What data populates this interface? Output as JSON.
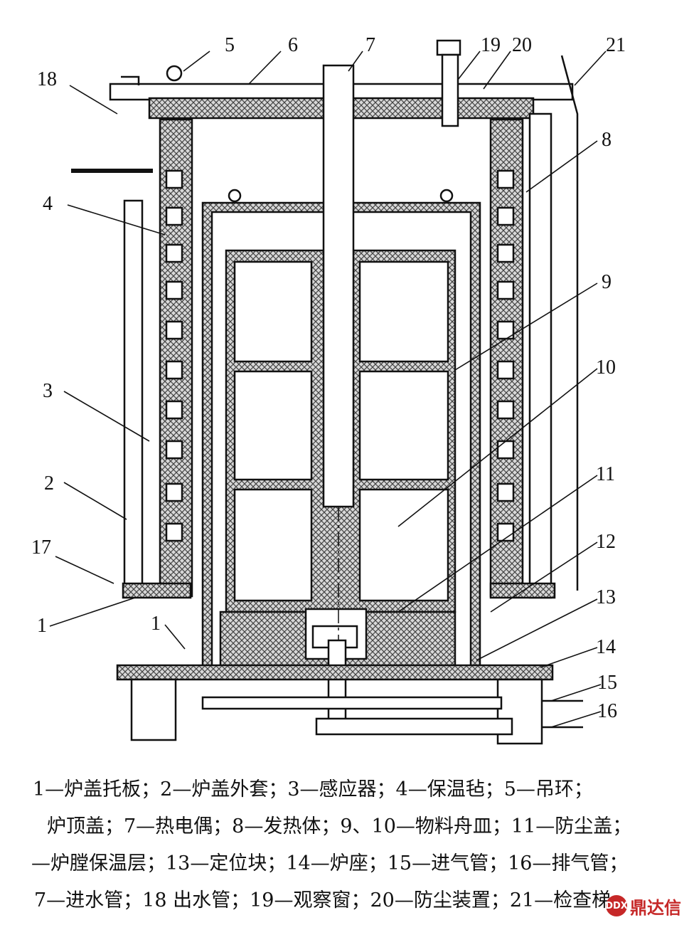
{
  "figure": {
    "callouts": [
      "1",
      "1",
      "2",
      "3",
      "4",
      "5",
      "6",
      "7",
      "8",
      "9",
      "10",
      "11",
      "12",
      "13",
      "14",
      "15",
      "16",
      "17",
      "18",
      "19",
      "20",
      "21"
    ]
  },
  "caption": {
    "lines": [
      "1—炉盖托板；2—炉盖外套；3—感应器；4—保温毡；5—吊环；",
      "炉顶盖；7—热电偶；8—发热体；9、10—物料舟皿；11—防尘盖；",
      "—炉膛保温层；13—定位块；14—炉座；15—进气管；16—排气管；",
      "7—进水管；18 出水管；19—观察窗；20—防尘装置；21—检查梯"
    ]
  },
  "watermark": {
    "text": "鼎达信",
    "logo_text": "DDX"
  },
  "colors": {
    "line": "#111111",
    "insulation": "#7a7a7a",
    "watermark": "#c62828"
  }
}
